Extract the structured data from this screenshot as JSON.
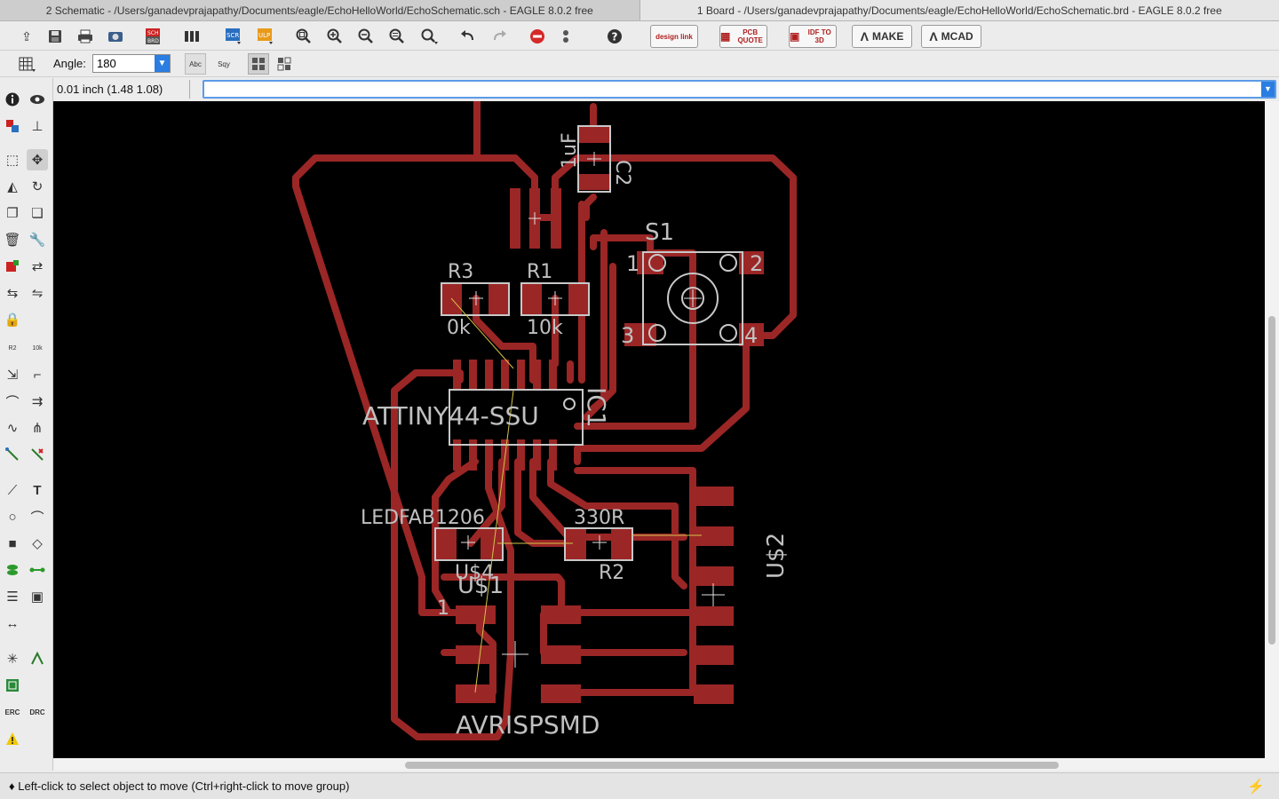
{
  "tabs": [
    {
      "label": "2 Schematic - /Users/ganadevprajapathy/Documents/eagle/EchoHelloWorld/EchoSchematic.sch - EAGLE 8.0.2 free"
    },
    {
      "label": "1 Board - /Users/ganadevprajapathy/Documents/eagle/EchoHelloWorld/EchoSchematic.brd - EAGLE 8.0.2 free"
    }
  ],
  "toolbar": {
    "make_label": "MAKE",
    "mcad_label": "MCAD",
    "design_link": "design link",
    "pcb_quote": "PCB QUOTE",
    "idf": "IDF TO 3D"
  },
  "toolbar2": {
    "angle_label": "Angle:",
    "angle_value": "180",
    "text_abc": "Abc",
    "text_sq": "Sqy"
  },
  "cmd": {
    "coord": "0.01 inch (1.48 1.08)",
    "input_value": ""
  },
  "board": {
    "labels": {
      "c2_val": "1uF",
      "c2_name": "C2",
      "s1": "S1",
      "r3": "R3",
      "r1": "R1",
      "r3_val": "0k",
      "r1_val": "10k",
      "s1_pin1": "1",
      "s1_pin2": "2",
      "s1_pin3": "3",
      "s1_pin4": "4",
      "ic_name": "ATTINY44-SSU",
      "ic_ref": "IC1",
      "led_name": "LEDFAB1206",
      "r2_val": "330R",
      "r2_name": "R2",
      "us4": "U$4",
      "us1": "U$1",
      "us2": "U$2",
      "pin1": "1",
      "avr": "AVRISPSMD"
    }
  },
  "status": {
    "text": "Left-click to select object to move (Ctrl+right-click to move group)"
  },
  "colors": {
    "trace": "#9b2626",
    "silk": "#c8c8c8",
    "canvas": "#000000",
    "airwire": "#d4c44a"
  }
}
